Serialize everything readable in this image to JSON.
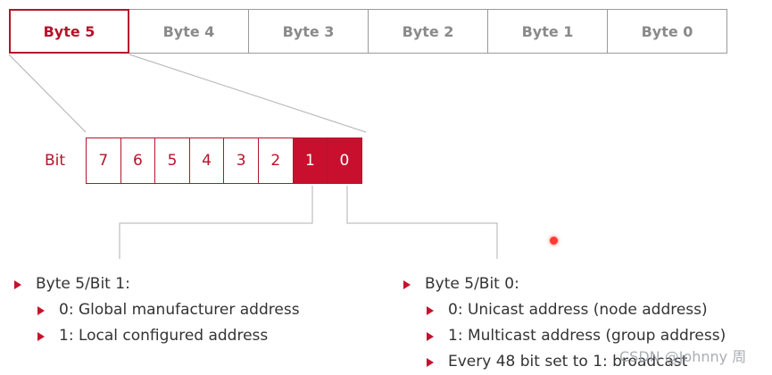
{
  "bytes": [
    "Byte 5",
    "Byte 4",
    "Byte 3",
    "Byte 2",
    "Byte 1",
    "Byte 0"
  ],
  "highlighted_byte": "Byte 5",
  "bit_label": "Bit",
  "bits": [
    "7",
    "6",
    "5",
    "4",
    "3",
    "2",
    "1",
    "0"
  ],
  "highlighted_bits": [
    "1",
    "0"
  ],
  "left_list": {
    "heading": "Byte 5/Bit 1:",
    "items": [
      "0: Global manufacturer address",
      "1: Local configured address"
    ]
  },
  "right_list": {
    "heading": "Byte 5/Bit 0:",
    "items": [
      "0: Unicast address (node address)",
      "1: Multicast address (group address)",
      "Every 48 bit set to 1: broadcast"
    ]
  },
  "watermark": "CSDN @Johnny 周",
  "colors": {
    "accent": "#c8102e",
    "border": "#9a9a9a",
    "text": "#333333",
    "muted": "#8a8a8a"
  }
}
